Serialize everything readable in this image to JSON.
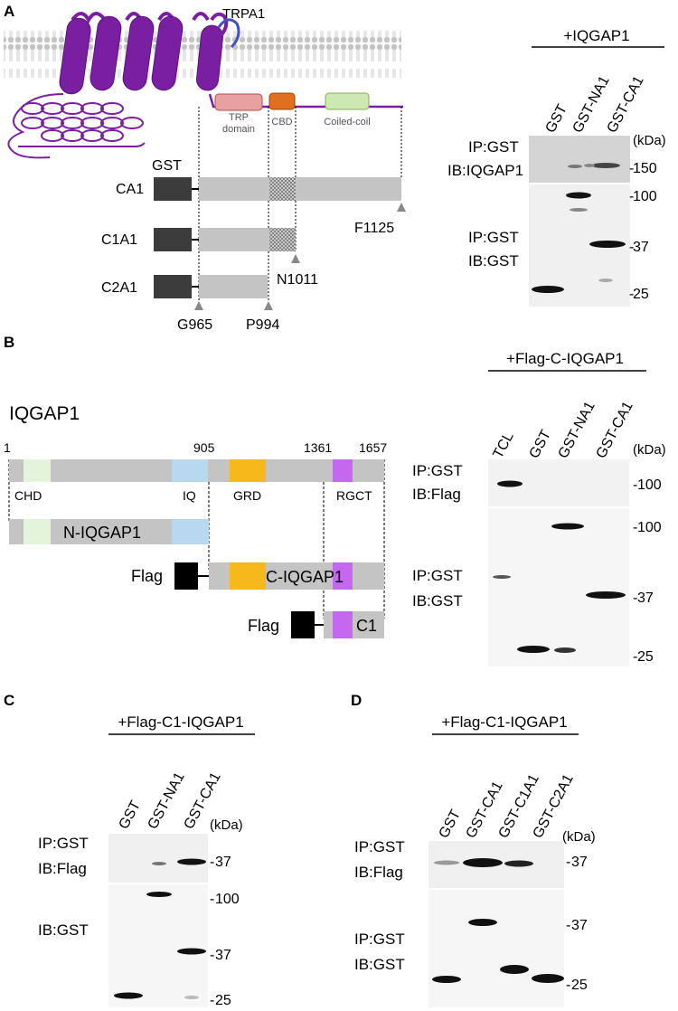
{
  "panels": {
    "A": {
      "letter": "A",
      "protein": "TRPA1",
      "domains": [
        "TRP domain",
        "CBD",
        "Coiled-coil"
      ],
      "domain_lines": {
        "trp1": "TRP",
        "trp2": "domain"
      },
      "gst": "GST",
      "constructs": [
        "CA1",
        "C1A1",
        "C2A1"
      ],
      "residues": {
        "f1125": "F1125",
        "n1011": "N1011",
        "g965": "G965",
        "p994": "P994"
      },
      "blot": {
        "condition": "+IQGAP1",
        "lanes": [
          "GST",
          "GST-NA1",
          "GST-CA1"
        ],
        "unit": "(kDa)",
        "ip1": "IP:GST",
        "ib1": "IB:IQGAP1",
        "ip2": "IP:GST",
        "ib2": "IB:GST",
        "mw": [
          "150",
          "100",
          "37",
          "25"
        ]
      }
    },
    "B": {
      "letter": "B",
      "protein": "IQGAP1",
      "positions": [
        "1",
        "905",
        "1361",
        "1657"
      ],
      "domains": [
        "CHD",
        "IQ",
        "GRD",
        "RGCT"
      ],
      "constructs": {
        "n": "N-IQGAP1",
        "c": "C-IQGAP1",
        "c1": "C1"
      },
      "flag": "Flag",
      "blot": {
        "condition": "+Flag-C-IQGAP1",
        "lanes": [
          "TCL",
          "GST",
          "GST-NA1",
          "GST-CA1"
        ],
        "unit": "(kDa)",
        "ip1": "IP:GST",
        "ib1": "IB:Flag",
        "ip2": "IP:GST",
        "ib2": "IB:GST",
        "mw": [
          "100",
          "100",
          "37",
          "25"
        ]
      }
    },
    "C": {
      "letter": "C",
      "blot": {
        "condition": "+Flag-C1-IQGAP1",
        "lanes": [
          "GST",
          "GST-NA1",
          "GST-CA1"
        ],
        "unit": "(kDa)",
        "ip1": "IP:GST",
        "ib1": "IB:Flag",
        "ib2": "IB:GST",
        "mw": [
          "37",
          "100",
          "37",
          "25"
        ]
      }
    },
    "D": {
      "letter": "D",
      "blot": {
        "condition": "+Flag-C1-IQGAP1",
        "lanes": [
          "GST",
          "GST-CA1",
          "GST-C1A1",
          "GST-C2A1"
        ],
        "unit": "(kDa)",
        "ip1": "IP:GST",
        "ib1": "IB:Flag",
        "ip2": "IP:GST",
        "ib2": "IB:GST",
        "mw": [
          "37",
          "37",
          "25"
        ]
      }
    }
  },
  "colors": {
    "membrane": "#b9b9b9",
    "protein": "#7a1fa2",
    "trp_domain": "#e8a0a0",
    "cbd": "#e07020",
    "coiled_coil": "#cde8b0",
    "chd": "#e3f3dc",
    "iq": "#b8d8ef",
    "grd": "#f6b81a",
    "rgct": "#c468f0"
  }
}
